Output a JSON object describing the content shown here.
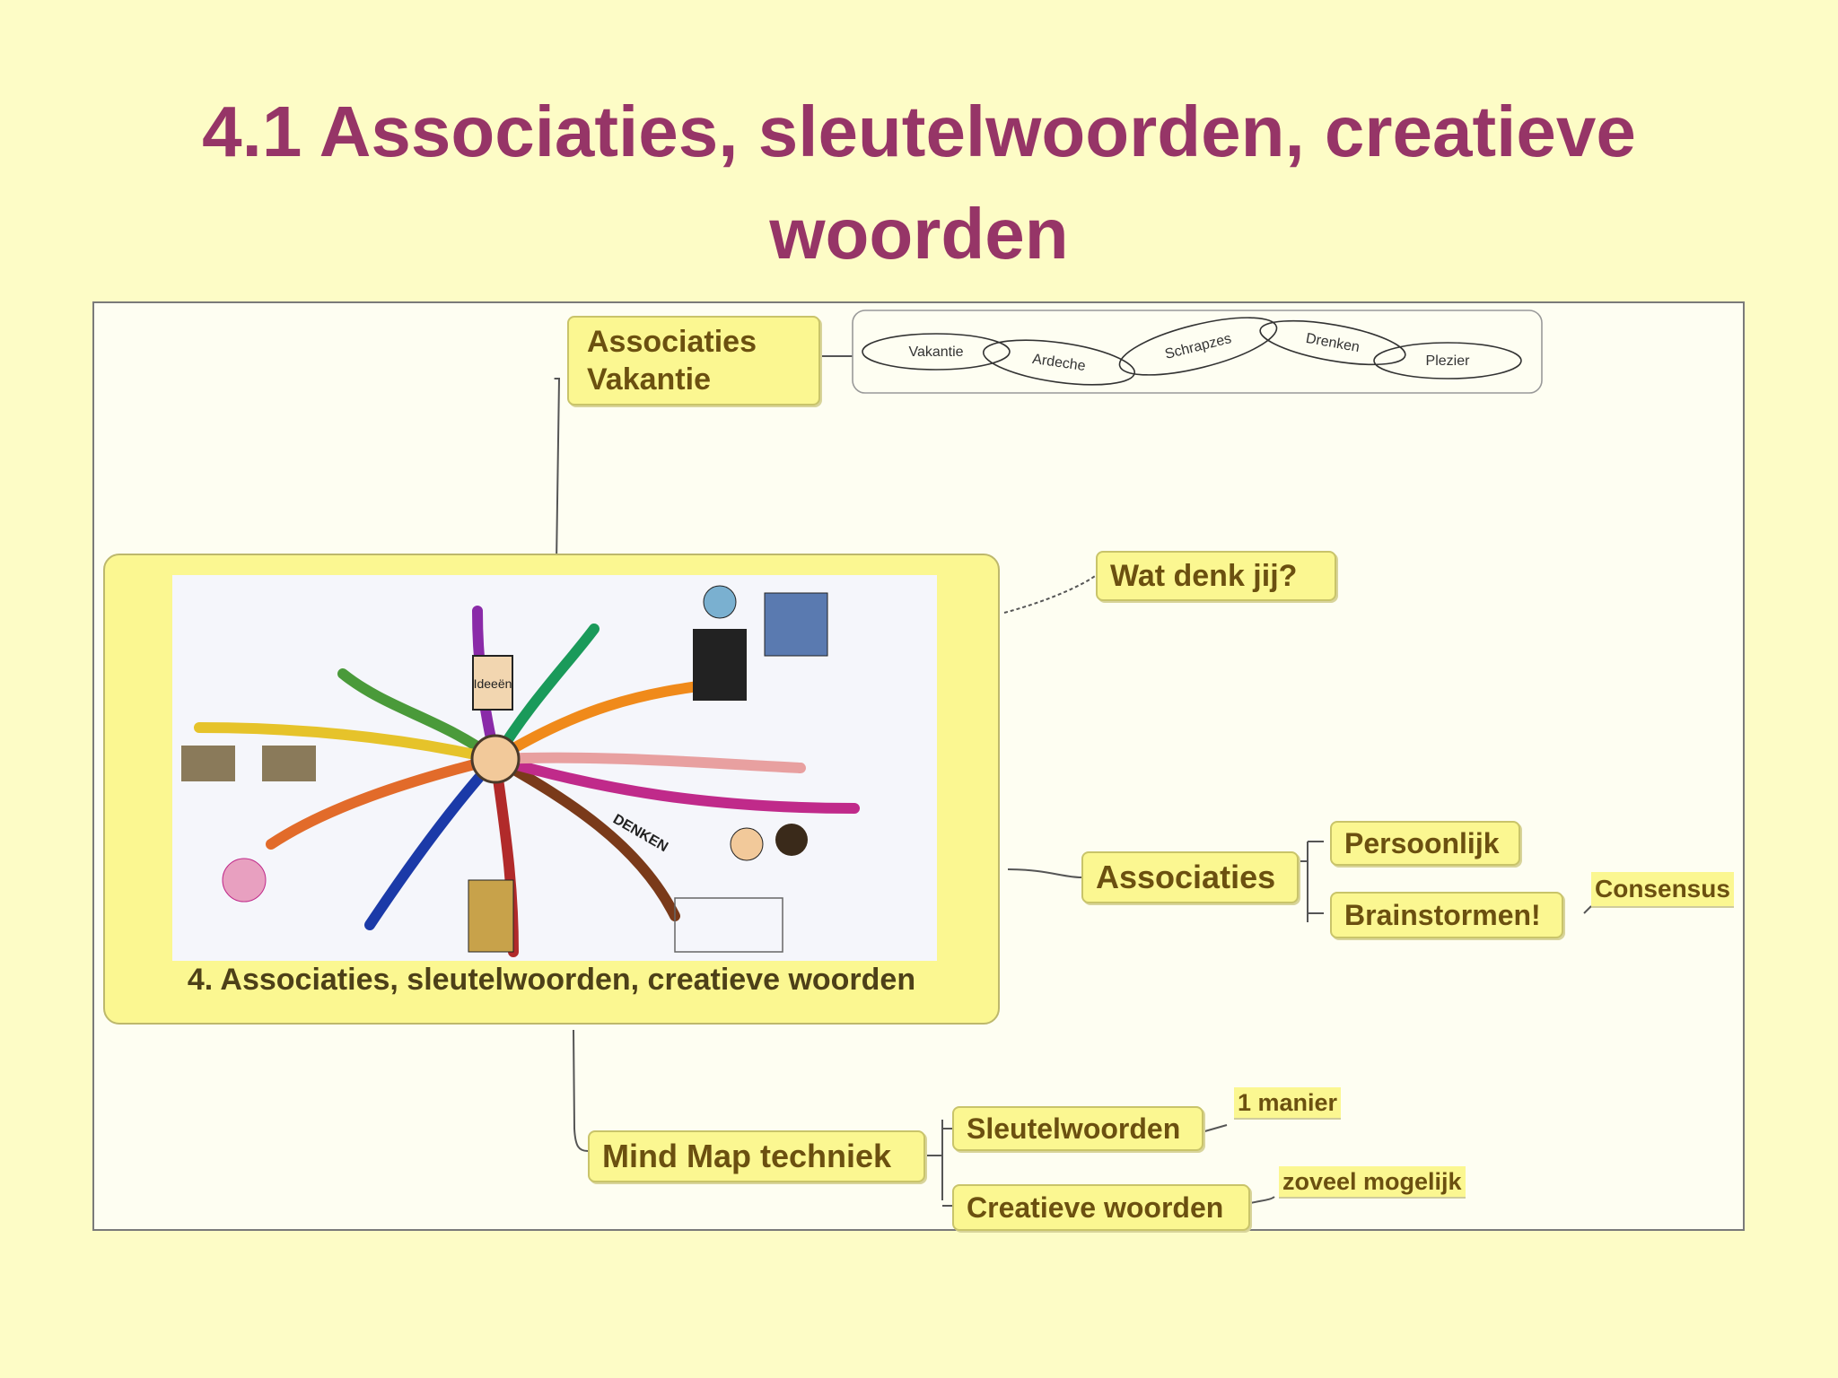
{
  "slide": {
    "title_line1": "4.1 Associaties, sleutelwoorden, creatieve",
    "title_line2": "woorden"
  },
  "mindmap": {
    "central_label": "4. Associaties, sleutelwoorden, creatieve woorden",
    "picture_words": [
      "Ideeën",
      "DENKEN"
    ],
    "assoc_vakantie": {
      "line1": "Associaties",
      "line2": "Vakantie",
      "chain": [
        "Vakantie",
        "Ardeche",
        "Schrapzes",
        "Drenken",
        "Plezier"
      ]
    },
    "wat_denk_jij": "Wat denk jij?",
    "associaties": {
      "label": "Associaties",
      "persoonlijk": "Persoonlijk",
      "brainstormen": "Brainstormen!",
      "consensus": "Consensus"
    },
    "mindmap_techniek": {
      "label": "Mind Map techniek",
      "sleutelwoorden": "Sleutelwoorden",
      "een_manier": "1 manier",
      "creatieve_woorden": "Creatieve woorden",
      "zoveel": "zoveel mogelijk"
    }
  },
  "colors": {
    "background": "#fdfcc6",
    "title": "#963567",
    "node_fill": "#fbf791",
    "node_text": "#6b5010"
  }
}
